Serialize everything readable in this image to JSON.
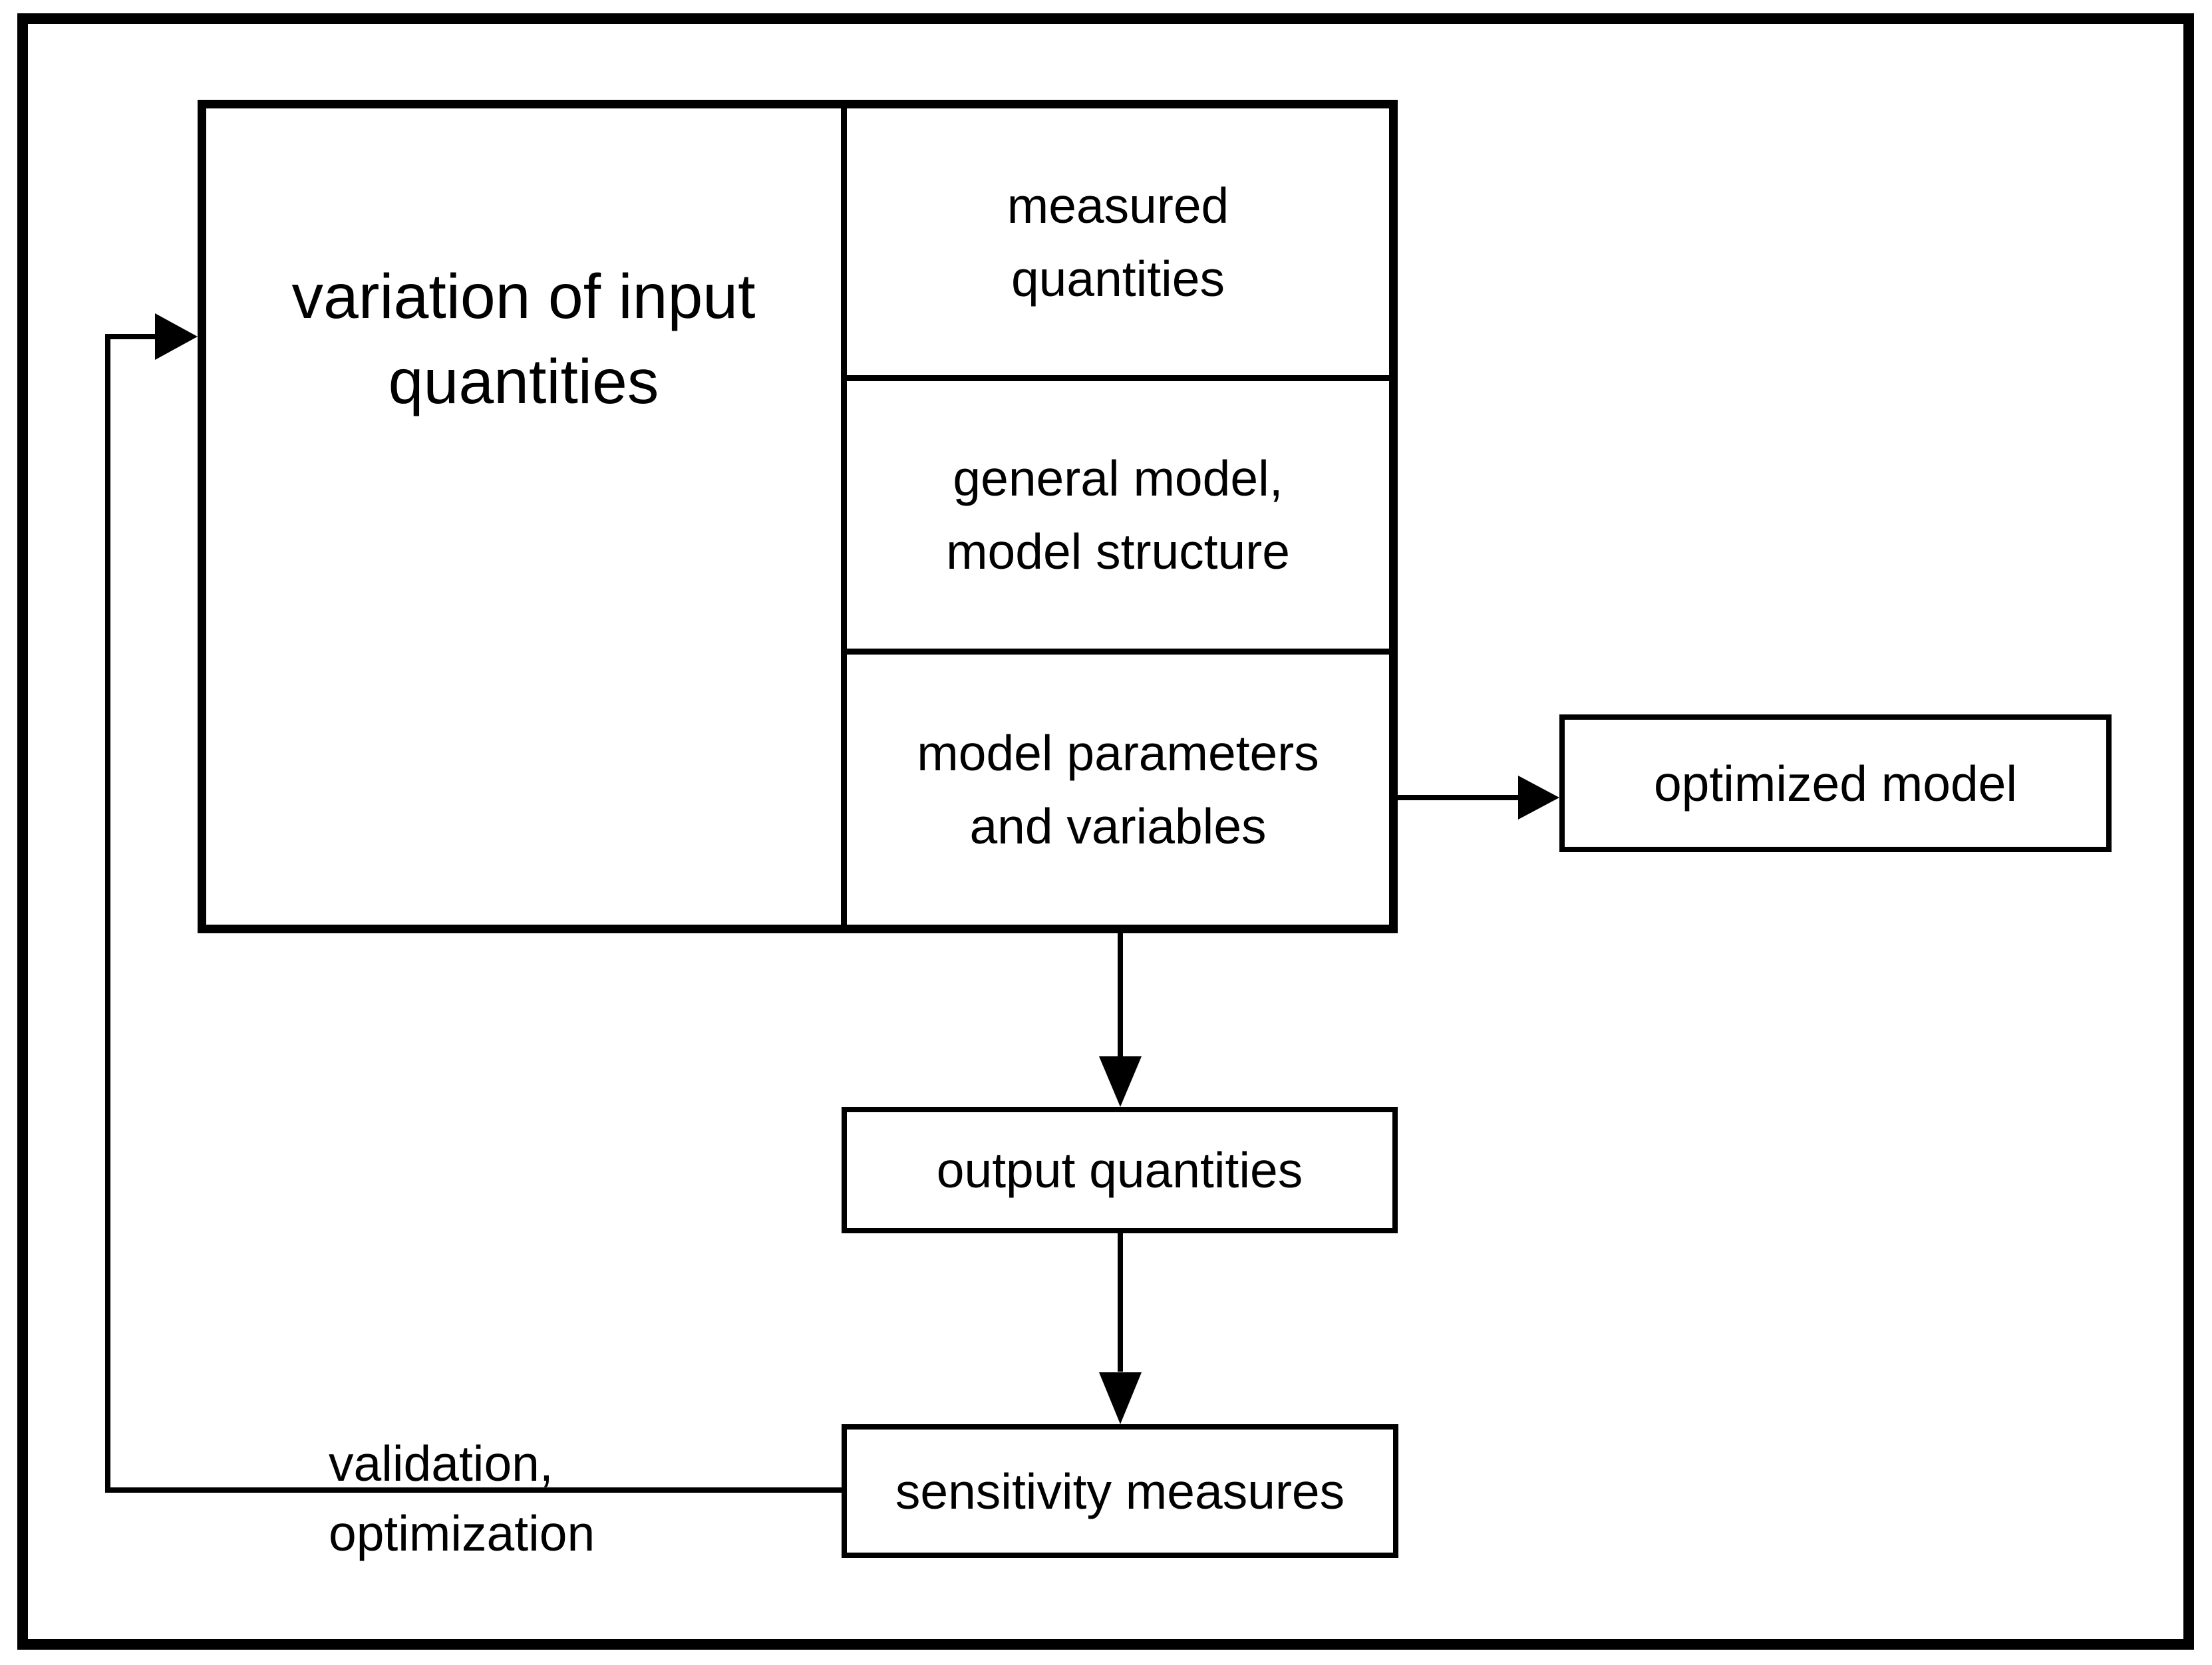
{
  "diagram": {
    "variation_box": {
      "title_line1": "variation of input",
      "title_line2": "quantities",
      "cells": [
        {
          "line1": "measured",
          "line2": "quantities"
        },
        {
          "line1": "general model,",
          "line2": "model structure"
        },
        {
          "line1": "model parameters",
          "line2": "and variables"
        }
      ]
    },
    "optimized_model_label": "optimized model",
    "output_quantities_label": "output quantities",
    "sensitivity_measures_label": "sensitivity measures",
    "feedback_label_line1": "validation,",
    "feedback_label_line2": "optimization",
    "icons": {
      "arrowhead_right": "filled-right-triangle",
      "arrowhead_down": "filled-down-triangle"
    },
    "colors": {
      "ink": "#000000",
      "background": "#ffffff"
    }
  }
}
